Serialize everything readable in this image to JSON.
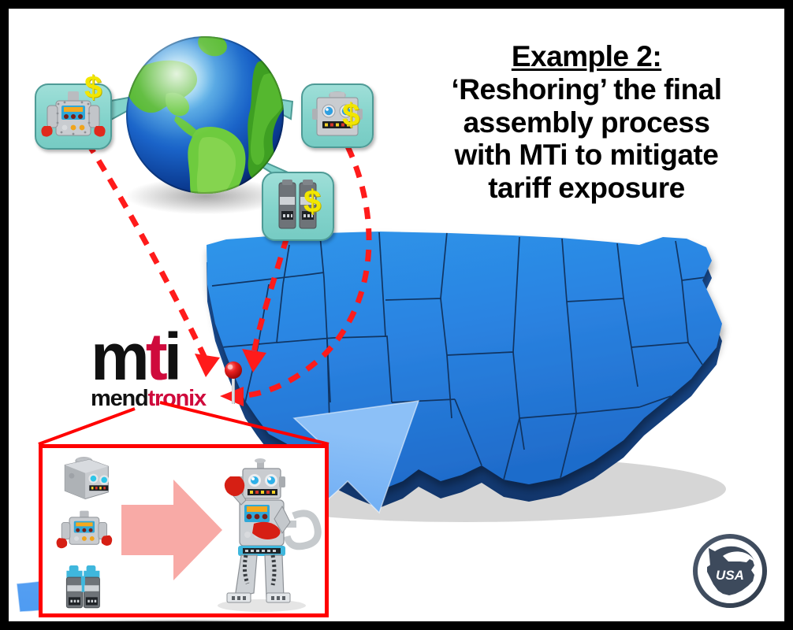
{
  "slide": {
    "frame_color": "#000000",
    "background_color": "#ffffff"
  },
  "title": {
    "line1": "Example 2:",
    "line2": "‘Reshoring’ the final",
    "line3": "assembly process",
    "line4": "with MTi to mitigate",
    "line5": "tariff exposure",
    "color": "#000000",
    "line1_underlined": true
  },
  "globe": {
    "name": "earth-globe",
    "ocean_color": "#1a63c8",
    "land_color": "#5fbe2e",
    "description": "3D glossy Earth showing the Americas"
  },
  "callouts": [
    {
      "id": "torso",
      "part_label": "robot-torso",
      "currency_symbol": "$",
      "box_color": "#83d3cb",
      "border_color": "#4e9b96",
      "dollar_color": "#f2e600"
    },
    {
      "id": "head",
      "part_label": "robot-head",
      "currency_symbol": "$",
      "box_color": "#83d3cb",
      "border_color": "#4e9b96",
      "dollar_color": "#f2e600"
    },
    {
      "id": "legs",
      "part_label": "robot-legs",
      "currency_symbol": "$",
      "box_color": "#83d3cb",
      "border_color": "#4e9b96",
      "dollar_color": "#f2e600"
    }
  ],
  "map": {
    "name": "usa-map",
    "fill_color": "#2b85e0",
    "edge_color": "#123f7a",
    "border_line_color": "#10315c",
    "pin_color": "#e02020",
    "pin_label": "final-assembly-location",
    "inbound_arrow_color": "#ff1b1b",
    "inbound_arrow_style": "dashed",
    "inbound_arrow_count": 3,
    "reshoring_arrow_color": "#4b9af0"
  },
  "logo": {
    "main_black": "mt",
    "main_accent": "i",
    "accent_letter": "t",
    "wordmark": "mti",
    "sub_black": "mend",
    "sub_accent": "tronix",
    "accent_color": "#cf0a3c",
    "black_color": "#111111"
  },
  "inset": {
    "name": "assembly-detail-inset",
    "border_color": "#ff0000",
    "arrow_color": "#f8aaa6",
    "parts": [
      "robot-head",
      "robot-torso",
      "robot-legs"
    ],
    "result": "assembled-robot"
  },
  "badge": {
    "name": "made-in-usa-badge",
    "label": "USA",
    "color": "#3d4a5c"
  }
}
